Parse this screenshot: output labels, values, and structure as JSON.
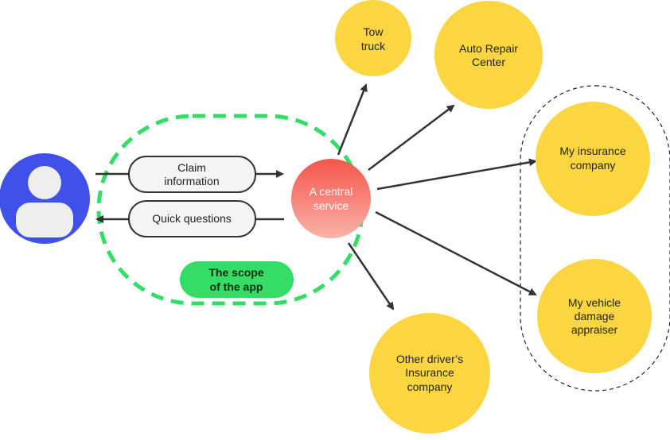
{
  "colors": {
    "user_blue": "#3f51e8",
    "user_silhouette": "#eeeeee",
    "center_top": "#f4564c",
    "center_bottom": "#fbb2a8",
    "destination_yellow": "#fbd641",
    "scope_green": "#33dd66",
    "pill_fill": "#f4f4f4",
    "arrow": "#333333",
    "group_dash": "#222222"
  },
  "user": {
    "icon": "user-avatar-icon"
  },
  "center": {
    "line1": "A central",
    "line2": "service"
  },
  "pills": {
    "claim": {
      "line1": "Claim",
      "line2": "information"
    },
    "quick": {
      "line1": "Quick questions"
    }
  },
  "scope_badge": {
    "line1": "The scope",
    "line2": "of the app"
  },
  "destinations": {
    "tow_truck": {
      "line1": "Tow",
      "line2": "truck"
    },
    "auto_repair": {
      "line1": "Auto Repair",
      "line2": "Center"
    },
    "my_insurance": {
      "line1": "My insurance",
      "line2": "company"
    },
    "appraiser": {
      "line1": "My vehicle",
      "line2": "damage",
      "line3": "appraiser"
    },
    "other_driver": {
      "line1": "Other driver’s",
      "line2": "Insurance",
      "line3": "company"
    }
  }
}
